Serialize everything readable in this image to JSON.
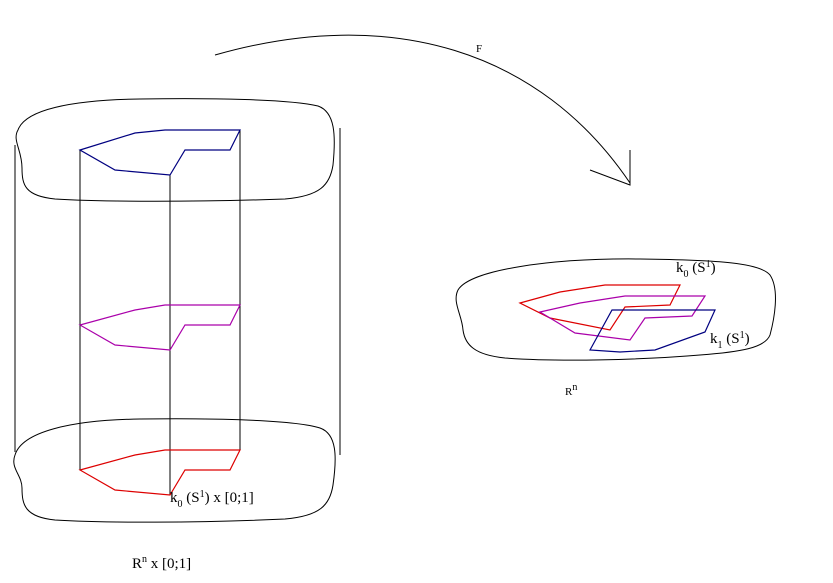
{
  "colors": {
    "outline": "#000000",
    "knot_bottom": "#dd0000",
    "knot_middle": "#aa00aa",
    "knot_top": "#000080"
  },
  "labels": {
    "map": "F",
    "cyl_knot_k": "k",
    "cyl_knot_sub": "0",
    "cyl_knot_arg": " (S",
    "cyl_knot_sup": "1",
    "cyl_knot_tail": ") x [0;1]",
    "cyl_base_R": "R",
    "cyl_base_sup": "n",
    "cyl_base_tail": " x [0;1]",
    "plane_R": "R",
    "plane_sup": "n",
    "k0_k": "k",
    "k0_sub": "0",
    "k0_arg": " (S",
    "k0_sup": "1",
    "k0_tail": ")",
    "k1_k": "k",
    "k1_sub": "1",
    "k1_arg": " (S",
    "k1_sup": "1",
    "k1_tail": ")"
  }
}
